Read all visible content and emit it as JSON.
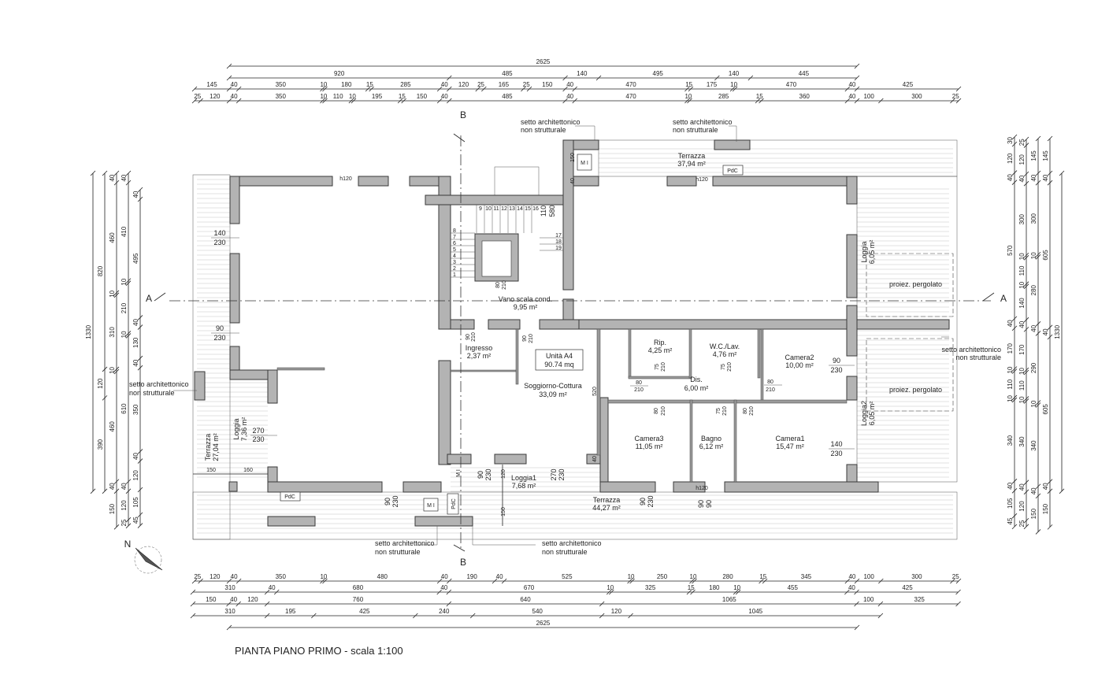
{
  "title": "PIANTA PIANO PRIMO - scala 1:100",
  "unit": {
    "name": "Unità A4",
    "area": "90.74 mq"
  },
  "rooms": [
    {
      "name": "Vano scala cond.",
      "area": "9,95 m²"
    },
    {
      "name": "Ingresso",
      "area": "2,37 m²"
    },
    {
      "name": "Soggiorno-Cottura",
      "area": "33,09 m²"
    },
    {
      "name": "Rip.",
      "area": "4,25 m²"
    },
    {
      "name": "W.C./Lav.",
      "area": "4,76 m²"
    },
    {
      "name": "Dis.",
      "area": "6,00 m²"
    },
    {
      "name": "Camera2",
      "area": "10,00 m²"
    },
    {
      "name": "Camera3",
      "area": "11,05 m²"
    },
    {
      "name": "Bagno",
      "area": "6,12 m²"
    },
    {
      "name": "Camera1",
      "area": "15,47 m²"
    },
    {
      "name": "Terrazza",
      "area": "37,94 m²"
    },
    {
      "name": "Terrazza",
      "area": "44,27 m²"
    },
    {
      "name": "Loggia1",
      "area": "7,68 m²"
    },
    {
      "name": "Loggia",
      "area": "7,36 m²"
    },
    {
      "name": "Terrazza",
      "area": "27,04 m²"
    },
    {
      "name": "Loggia",
      "area": "6,05 m²"
    },
    {
      "name": "Loggia2",
      "area": "6,05 m²"
    }
  ],
  "notes": {
    "setto_line1": "setto architettonico",
    "setto_line2": "non strutturale",
    "pergola": "proiez. pergolato",
    "pdc": "PdC",
    "mi": "M I",
    "h120": "h120"
  },
  "section_marks": {
    "a": "A",
    "b": "B",
    "north": "N"
  },
  "openings": [
    {
      "w": "140",
      "h": "230"
    },
    {
      "w": "90",
      "h": "230"
    },
    {
      "w": "270",
      "h": "230"
    },
    {
      "w": "140",
      "h": "230"
    },
    {
      "w": "90",
      "h": "230"
    },
    {
      "w": "80",
      "h": "210"
    },
    {
      "w": "90",
      "h": "210"
    },
    {
      "w": "90",
      "h": "210"
    },
    {
      "w": "75",
      "h": "210"
    },
    {
      "w": "75",
      "h": "210"
    },
    {
      "w": "80",
      "h": "210"
    },
    {
      "w": "80",
      "h": "210"
    },
    {
      "w": "80",
      "h": "210"
    },
    {
      "w": "75",
      "h": "210"
    },
    {
      "w": "80",
      "h": "210"
    },
    {
      "w": "90",
      "h": "230"
    },
    {
      "w": "270",
      "h": "230"
    },
    {
      "w": "90",
      "h": "230"
    },
    {
      "w": "90",
      "h": "230"
    },
    {
      "w": "90",
      "h": "90"
    },
    {
      "w": "110",
      "h": "580"
    }
  ],
  "local_dims": [
    "150",
    "40",
    "40",
    "520",
    "120",
    "150",
    "150",
    "160"
  ],
  "stair_steps": [
    "1",
    "2",
    "3",
    "4",
    "5",
    "6",
    "7",
    "8",
    "9",
    "10",
    "11",
    "12",
    "13",
    "14",
    "15",
    "16",
    "17",
    "18",
    "19"
  ],
  "dimensions": {
    "top": [
      [
        2625
      ],
      [
        920,
        485,
        140,
        495,
        140,
        445
      ],
      [
        145,
        40,
        350,
        10,
        180,
        15,
        285,
        40,
        120,
        25,
        165,
        25,
        150,
        40,
        470,
        15,
        175,
        10,
        470,
        40,
        425
      ],
      [
        25,
        120,
        40,
        350,
        10,
        110,
        10,
        195,
        15,
        150,
        40,
        485,
        40,
        470,
        10,
        285,
        15,
        360,
        40,
        100,
        300,
        25
      ]
    ],
    "bottom": [
      [
        25,
        120,
        40,
        350,
        10,
        480,
        40,
        190,
        40,
        525,
        10,
        250,
        10,
        280,
        15,
        345,
        40,
        100,
        300,
        25
      ],
      [
        310,
        40,
        680,
        40,
        670,
        10,
        325,
        15,
        180,
        10,
        455,
        40,
        425
      ],
      [
        150,
        40,
        120,
        760,
        640,
        1065,
        100,
        325
      ],
      [
        310,
        195,
        425,
        240,
        540,
        120,
        1045
      ],
      [
        2625
      ]
    ],
    "left": [
      [
        1330
      ],
      [
        820,
        120,
        390
      ],
      [
        40,
        460,
        10,
        310,
        10,
        460,
        40,
        150
      ],
      [
        40,
        410,
        10,
        210,
        10,
        610,
        40,
        120,
        25
      ],
      [
        40,
        495,
        40,
        130,
        40,
        350,
        40,
        120,
        105,
        45
      ]
    ],
    "right": [
      [
        30,
        120,
        40,
        570,
        40,
        170,
        10,
        110,
        10,
        340,
        40,
        105,
        45
      ],
      [
        25,
        120,
        40,
        300,
        10,
        110,
        10,
        140,
        40,
        170,
        10,
        110,
        10,
        340,
        40,
        120,
        25
      ],
      [
        145,
        40,
        300,
        10,
        280,
        40,
        290,
        10,
        340,
        40,
        150
      ],
      [
        145,
        40,
        605,
        40,
        605,
        40,
        150
      ],
      [
        1330
      ]
    ]
  },
  "colors": {
    "wall": "#b3b3b3",
    "line": "#222222",
    "hatch": "#c4c4c4"
  }
}
